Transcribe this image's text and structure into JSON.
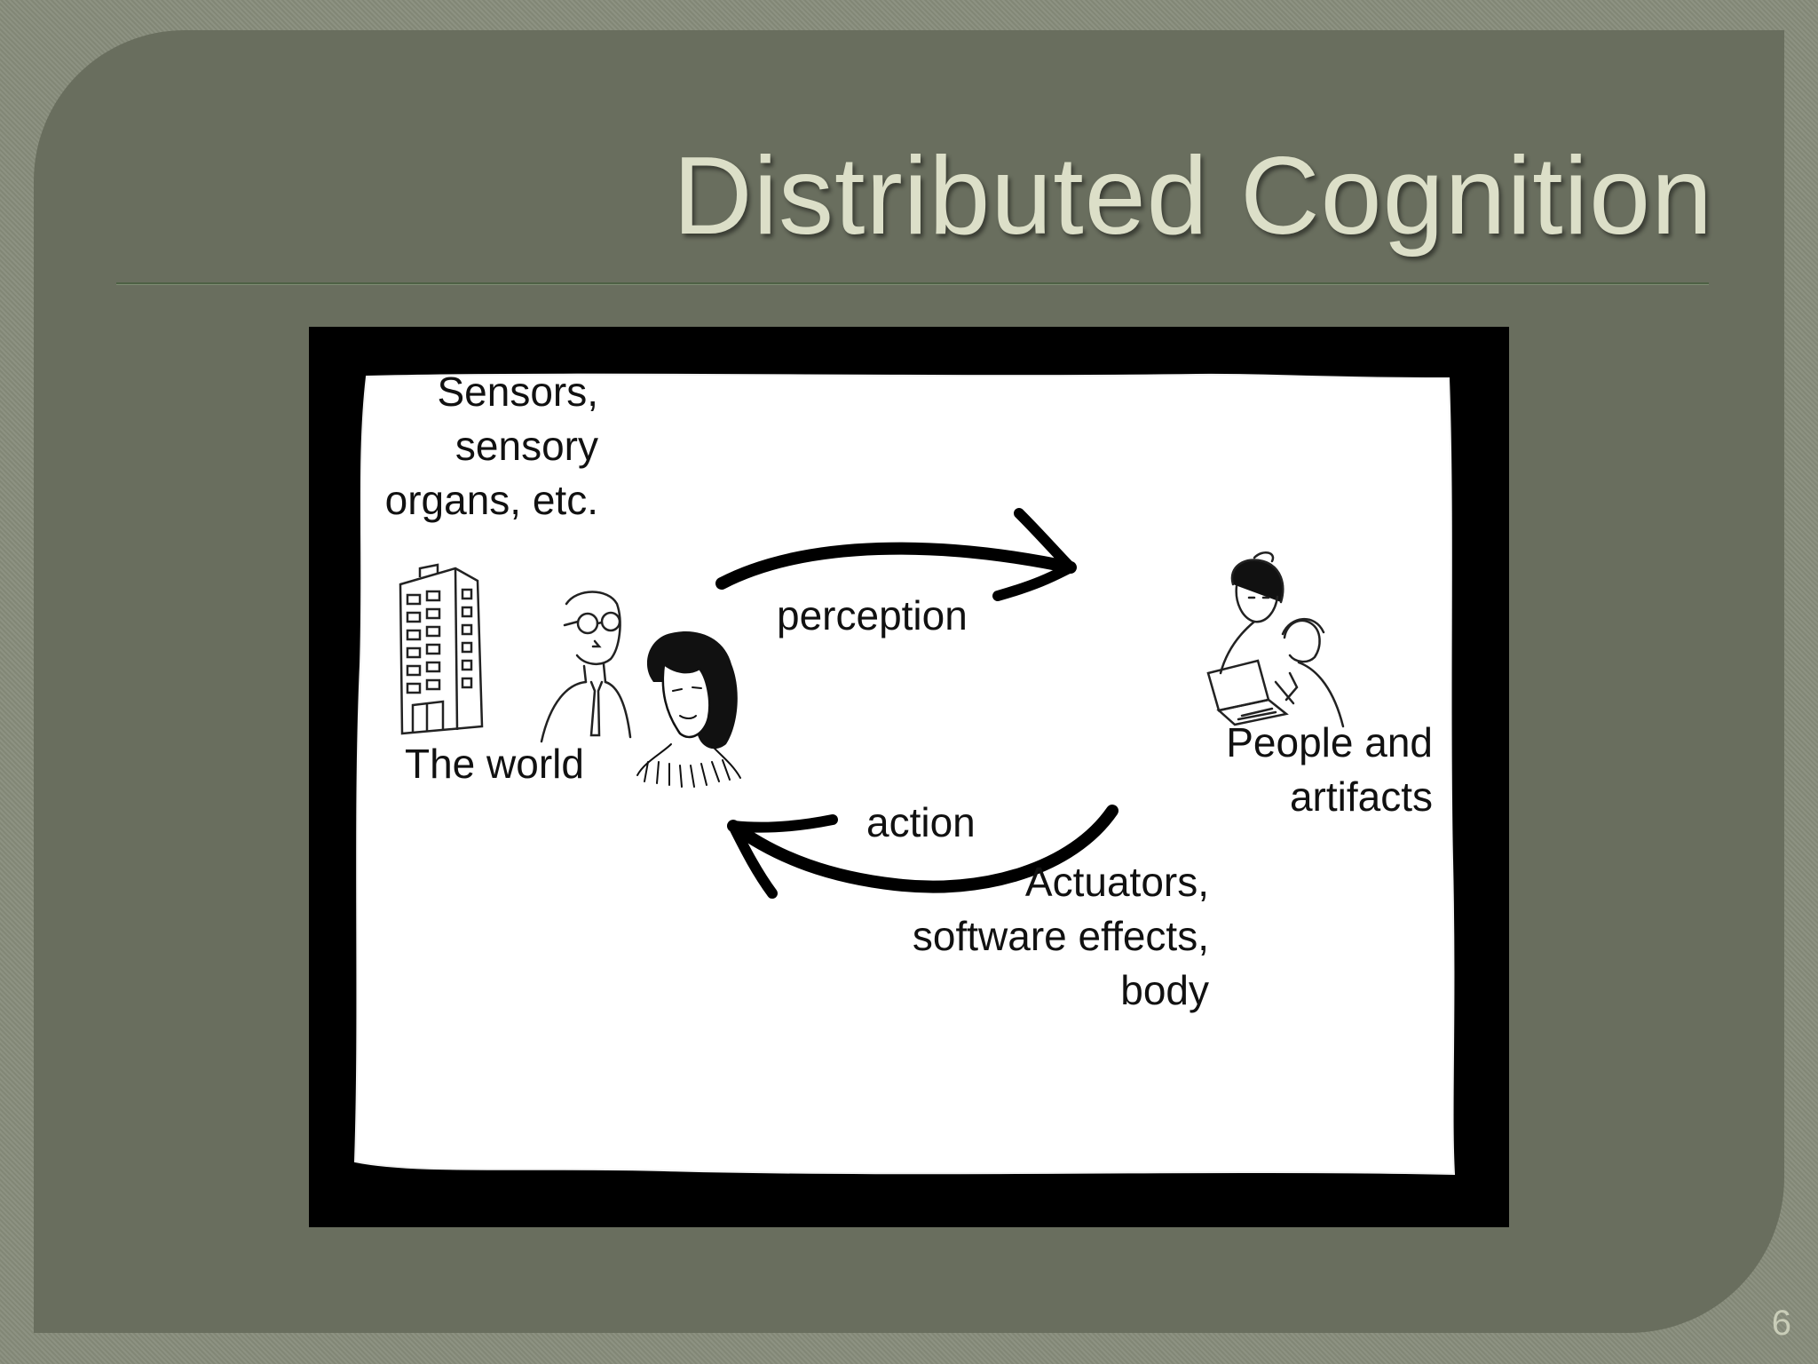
{
  "slide": {
    "title": "Distributed Cognition",
    "slide_number": "6"
  },
  "diagram": {
    "sensors_label": [
      "Sensors,",
      "sensory",
      "organs, etc."
    ],
    "perception_label": "perception",
    "world_label": "The world",
    "people_label": [
      "People and",
      "artifacts"
    ],
    "action_label": "action",
    "actuators_label": [
      "Actuators,",
      "software effects,",
      "body"
    ],
    "icons": [
      "building-icon",
      "scientist-icon",
      "woman-icon",
      "people-with-laptop-icon"
    ]
  }
}
